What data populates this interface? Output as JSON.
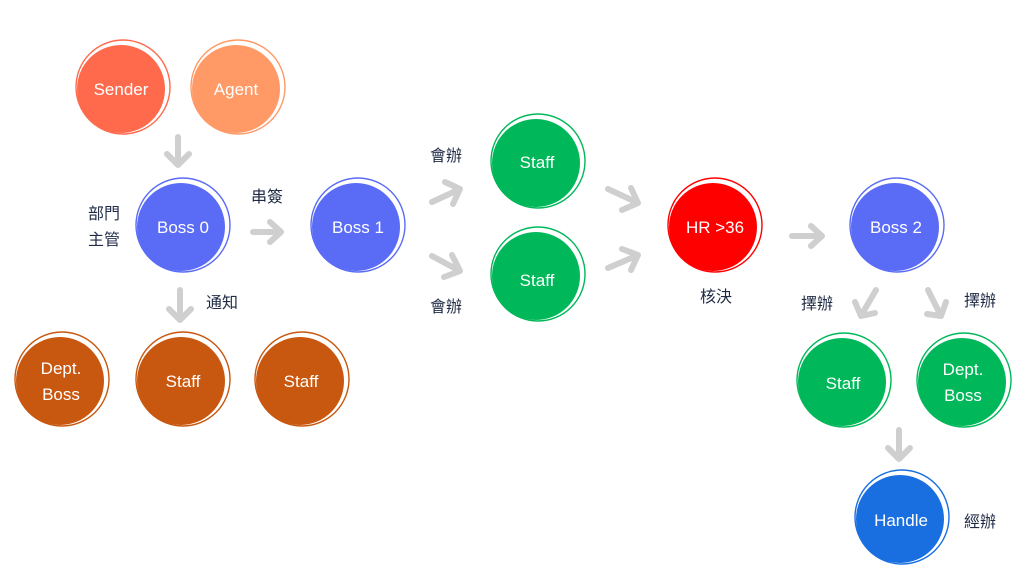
{
  "nodes": {
    "sender": {
      "label": "Sender",
      "color": "#ff6a4d"
    },
    "agent": {
      "label": "Agent",
      "color": "#ff9966"
    },
    "boss0": {
      "label": "Boss 0",
      "color": "#5a6bf5"
    },
    "boss1": {
      "label": "Boss 1",
      "color": "#5a6bf5"
    },
    "staff_top": {
      "label": "Staff",
      "color": "#00b85a"
    },
    "staff_mid": {
      "label": "Staff",
      "color": "#00b85a"
    },
    "hr": {
      "label": "HR >36",
      "color": "#ff0000"
    },
    "boss2": {
      "label": "Boss 2",
      "color": "#5a6bf5"
    },
    "dept_boss_left": {
      "line1": "Dept.",
      "line2": "Boss",
      "color": "#c8570f"
    },
    "staff_bl1": {
      "label": "Staff",
      "color": "#c8570f"
    },
    "staff_bl2": {
      "label": "Staff",
      "color": "#c8570f"
    },
    "staff_right": {
      "label": "Staff",
      "color": "#00b85a"
    },
    "dept_boss_right": {
      "line1": "Dept.",
      "line2": "Boss",
      "color": "#00b85a"
    },
    "handle": {
      "label": "Handle",
      "color": "#1a6fe0"
    }
  },
  "captions": {
    "dept_head_1": "部門",
    "dept_head_2": "主管",
    "serial_sign": "串簽",
    "notify": "通知",
    "cosign_top": "會辦",
    "cosign_bottom": "會辦",
    "approve": "核決",
    "select_left": "擇辦",
    "select_right": "擇辦",
    "handler": "經辦"
  },
  "colors": {
    "arrow": "#cfcfcf",
    "caption_text": "#1f2a44"
  }
}
